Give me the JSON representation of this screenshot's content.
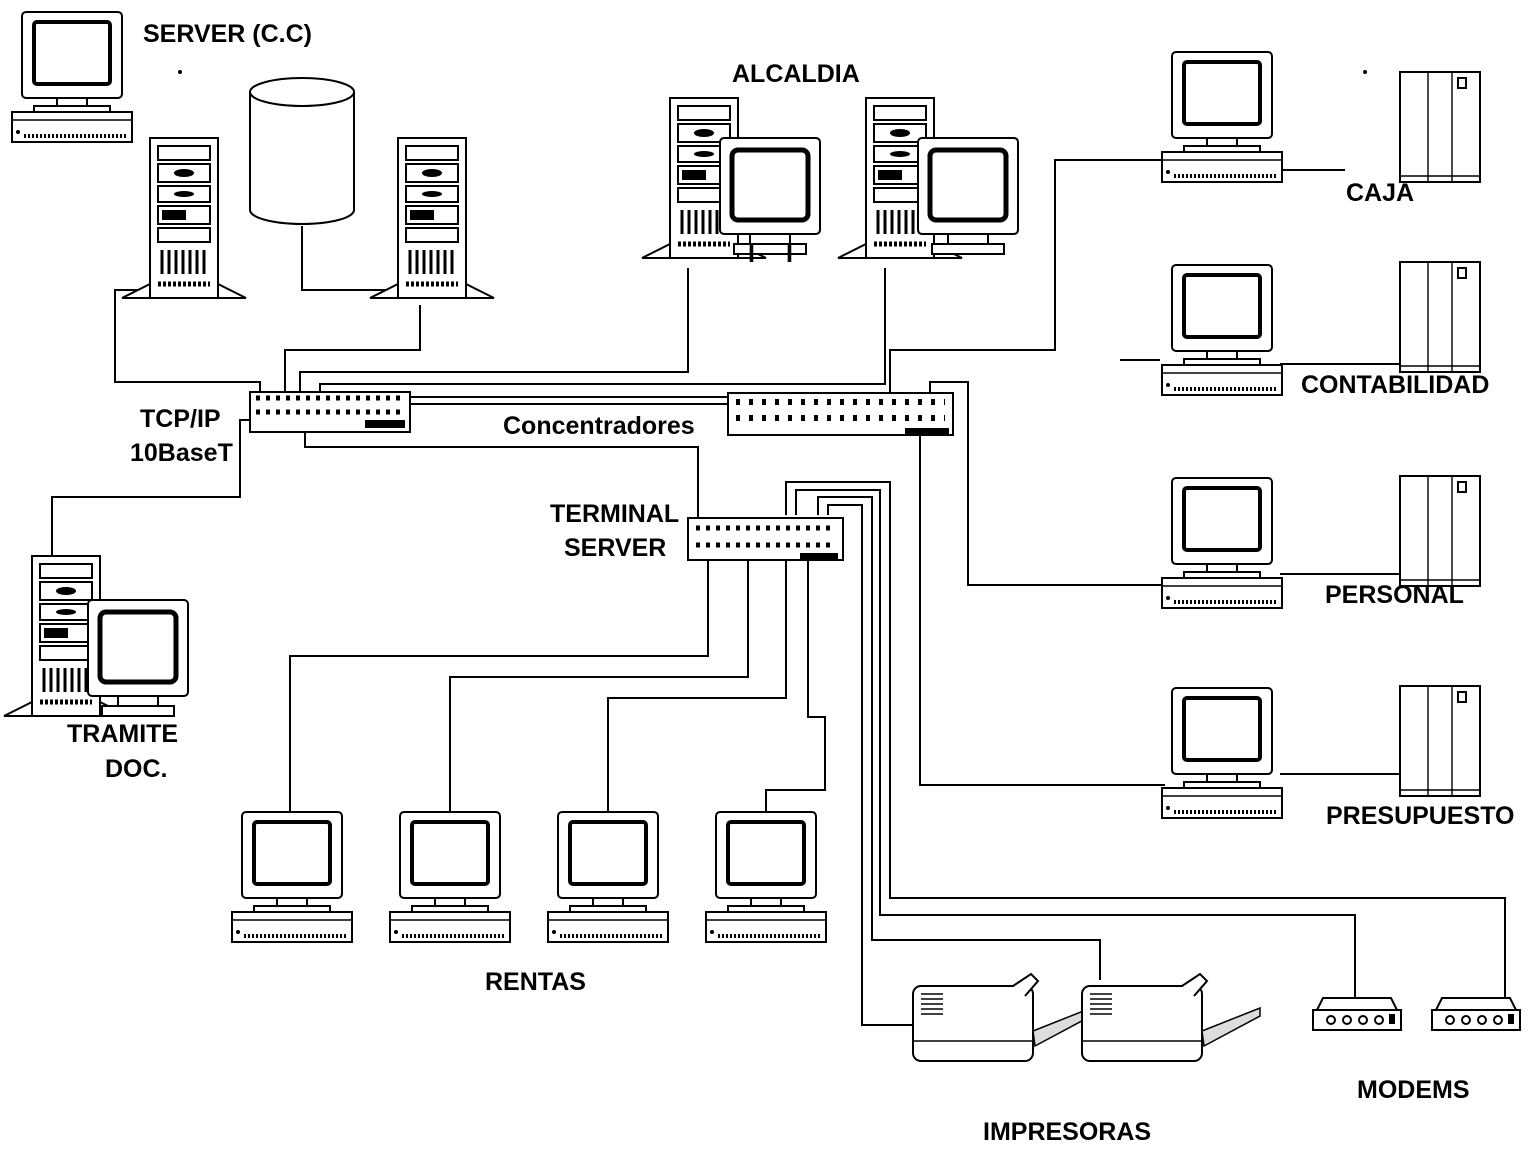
{
  "labels": {
    "server": "SERVER (C.C)",
    "alcaldia": "ALCALDIA",
    "caja": "CAJA",
    "contabilidad": "CONTABILIDAD",
    "tcp_line1": "TCP/IP",
    "tcp_line2": "10BaseT",
    "concentradores": "Concentradores",
    "terminal_line1": "TERMINAL",
    "terminal_line2": "SERVER",
    "personal": "PERSONAL",
    "tramite_line1": "TRAMITE",
    "tramite_line2": "DOC.",
    "presupuesto": "PRESUPUESTO",
    "rentas": "RENTAS",
    "modems": "MODEMS",
    "impresoras": "IMPRESORAS"
  },
  "icons": [
    "desktop-computer-icon",
    "tower-server-icon",
    "database-cylinder-icon",
    "crt-monitor-icon",
    "network-hub-icon",
    "cash-register-icon",
    "printer-icon",
    "modem-icon"
  ]
}
